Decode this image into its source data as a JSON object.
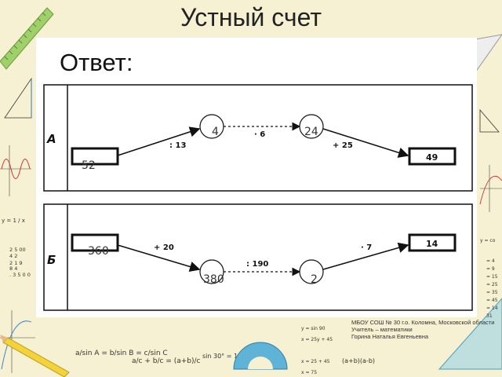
{
  "title": "Устный счет",
  "answer_label": "Ответ:",
  "section_a": {
    "label": "А",
    "start_value": "52",
    "op_divide": ": 13",
    "node_1": "4",
    "op_multiply": "· 6",
    "node_2": "24",
    "op_add": "+ 25",
    "result": "49"
  },
  "section_b": {
    "label": "Б",
    "start_value": "360",
    "op_add": "+ 20",
    "node_1": "380",
    "op_divide": ": 190",
    "node_2": "2",
    "op_multiply": "· 7",
    "result": "14"
  },
  "footer": {
    "line1": "МБОУ СОШ № 30 г.о. Коломна, Московской области",
    "line2": "Учитель – математики",
    "line3": "Горина Наталья Евгеньевна"
  },
  "decor_formulas": {
    "f1": "y = 1 / x",
    "f2": "sin 30° = 1",
    "f3": "y = sin 90",
    "f4": "x = 25y + 45",
    "f5": "(a+b)(a-b)",
    "f6": "a/sin A = b/sin B = c/sin C",
    "f7": "a/c + b/c = (a+b)/c",
    "f8": "y = co",
    "f9": "x = 25 + 45",
    "f10": "x = 75"
  },
  "colors": {
    "background": "#f6f1d2",
    "panel": "#ffffff",
    "ink": "#111111",
    "ruler_green": "#9fd06a",
    "pencil_yellow": "#f3d23a",
    "protractor_blue": "#5fb3d6"
  }
}
